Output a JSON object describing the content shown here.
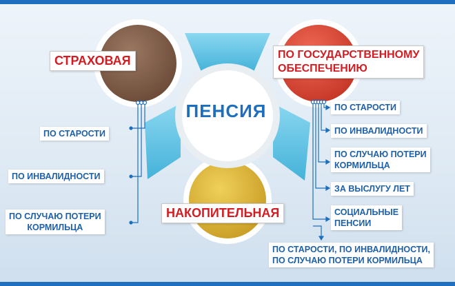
{
  "center": {
    "title": "ПЕНСИЯ"
  },
  "insurance": {
    "title": "СТРАХОВАЯ",
    "items": [
      "ПО СТАРОСТИ",
      "ПО ИНВАЛИДНОСТИ",
      "ПО СЛУЧАЮ ПОТЕРИ",
      "КОРМИЛЬЦА"
    ]
  },
  "state": {
    "title_line1": "ПО ГОСУДАРСТВЕННОМУ",
    "title_line2": "ОБЕСПЕЧЕНИЮ",
    "items": [
      "ПО СТАРОСТИ",
      "ПО ИНВАЛИДНОСТИ",
      "ПО СЛУЧАЮ ПОТЕРИ",
      "КОРМИЛЬЦА",
      "ЗА ВЫСЛУГУ ЛЕТ",
      "СОЦИАЛЬНЫЕ",
      "ПЕНСИИ"
    ],
    "social_detail_line1": "ПО СТАРОСТИ, ПО ИНВАЛИДНОСТИ,",
    "social_detail_line2": "ПО СЛУЧАЮ ПОТЕРИ КОРМИЛЬЦА"
  },
  "funded": {
    "title": "НАКОПИТЕЛЬНАЯ"
  },
  "colors": {
    "accent_blue": "#1d6fbe",
    "insurance_circle": "#7b5a45",
    "state_circle": "#d94a38",
    "funded_circle": "#d9b53a",
    "ribbon": "#6ec7e6",
    "title_red": "#d21c22"
  }
}
